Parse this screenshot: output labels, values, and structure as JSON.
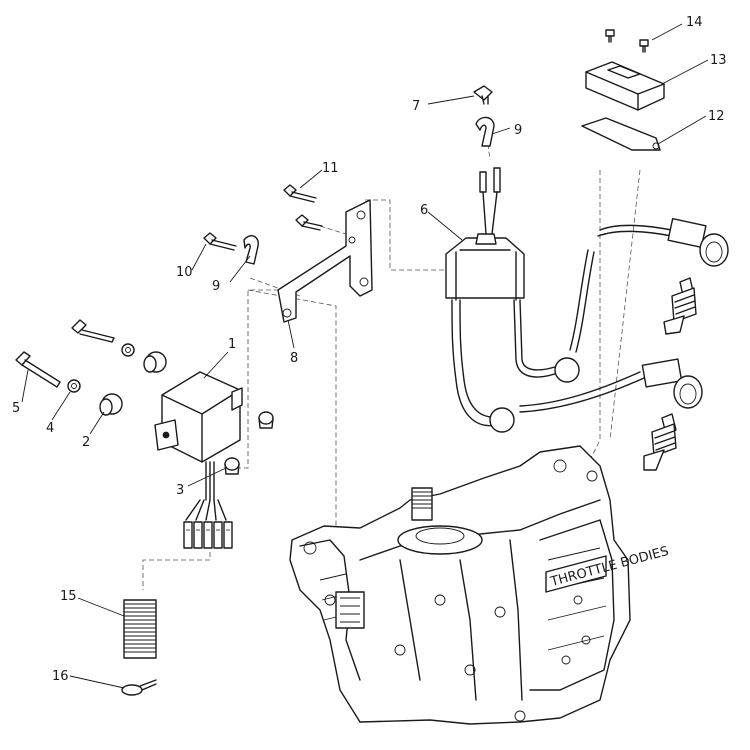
{
  "callouts": [
    {
      "id": "c1",
      "text": "1"
    },
    {
      "id": "c2",
      "text": "2"
    },
    {
      "id": "c3",
      "text": "3"
    },
    {
      "id": "c4",
      "text": "4"
    },
    {
      "id": "c5",
      "text": "5"
    },
    {
      "id": "c6",
      "text": "6"
    },
    {
      "id": "c7",
      "text": "7"
    },
    {
      "id": "c8",
      "text": "8"
    },
    {
      "id": "c9a",
      "text": "9"
    },
    {
      "id": "c9b",
      "text": "9"
    },
    {
      "id": "c10",
      "text": "10"
    },
    {
      "id": "c11",
      "text": "11"
    },
    {
      "id": "c12",
      "text": "12"
    },
    {
      "id": "c13",
      "text": "13"
    },
    {
      "id": "c14",
      "text": "14"
    },
    {
      "id": "c15",
      "text": "15"
    },
    {
      "id": "c16",
      "text": "16"
    }
  ],
  "engine_plate_text": "THROTTLE BODIES",
  "colors": {
    "line": "#1a1a1a",
    "dash": "#555555",
    "background": "#ffffff"
  }
}
